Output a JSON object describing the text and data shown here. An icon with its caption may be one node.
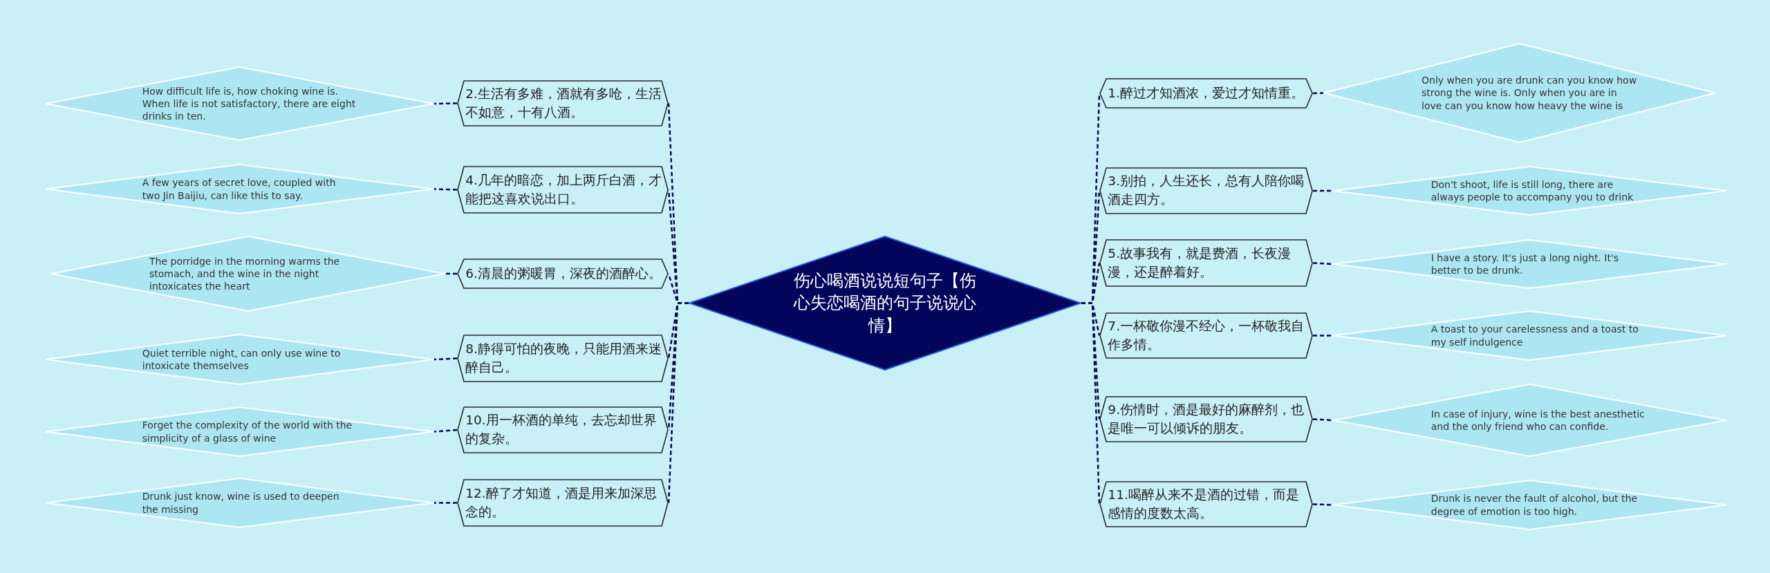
{
  "diagram": {
    "nodes": [
      {
        "text": [
          "伤心喝酒说说短句子【伤心失恋喝酒的句子说说心情】"
        ]
      },
      {
        "text": [
          "1.醉过才知酒浓，爱过才知情重。"
        ]
      },
      {
        "text": [
          "Only when you are drunk can you know how strong the wine is. Only when you are in love can you know how heavy the wine is"
        ]
      },
      {
        "text": [
          "2.生活有多难，酒就有多呛，生活不如意，十有八酒。"
        ]
      },
      {
        "text": [
          "How difficult life is, how choking wine is. When life is not satisfactory, there are eight drinks in ten."
        ]
      },
      {
        "text": [
          "3.别拍，人生还长，总有人陪你喝酒走四方。"
        ]
      },
      {
        "text": [
          "Don't shoot, life is still long, there are always people to accompany you to drink"
        ]
      },
      {
        "text": [
          "4.几年的暗恋，加上两斤白酒，才能把这喜欢说出口。"
        ]
      },
      {
        "text": [
          "A few years of secret love, coupled with two Jin Baijiu, can like this to say."
        ]
      },
      {
        "text": [
          "5.故事我有，就是费酒，长夜漫漫，还是醉着好。"
        ]
      },
      {
        "text": [
          "I have a story. It's just a long night. It's better to be drunk."
        ]
      },
      {
        "text": [
          "6.清晨的粥暖胃，深夜的酒醉心。"
        ]
      },
      {
        "text": [
          "The porridge in the morning warms the stomach, and the wine in the night intoxicates the heart"
        ]
      },
      {
        "text": [
          "7.一杯敬你漫不经心，一杯敬我自作多情。"
        ]
      },
      {
        "text": [
          "A toast to your carelessness and a toast to my self indulgence"
        ]
      },
      {
        "text": [
          "8.静得可怕的夜晚，只能用酒来迷醉自己。"
        ]
      },
      {
        "text": [
          "Quiet terrible night, can only use wine to intoxicate themselves"
        ]
      },
      {
        "text": [
          "9.伤情时，酒是最好的麻醉剂，也是唯一可以倾诉的朋友。"
        ]
      },
      {
        "text": [
          "In case of injury, wine is the best anesthetic and the only friend who can confide."
        ]
      },
      {
        "text": [
          "10.用一杯酒的单纯，去忘却世界的复杂。"
        ]
      },
      {
        "text": [
          "Forget the complexity of the world with the simplicity of a glass of wine"
        ]
      },
      {
        "text": [
          "11.喝醉从来不是酒的过错，而是感情的度数太高。"
        ]
      },
      {
        "text": [
          "Drunk is never the fault of alcohol, but the degree of emotion is too high."
        ]
      },
      {
        "text": [
          "12.醉了才知道，酒是用来加深思念的。"
        ]
      },
      {
        "text": [
          "Drunk just know, wine is used to deepen the missing"
        ]
      }
    ],
    "edges": [
      {
        "from": 0,
        "to": 1,
        "arrow": "none",
        "style": "dashed"
      },
      {
        "from": 1,
        "to": 2,
        "arrow": "none",
        "style": "dashed"
      },
      {
        "from": 0,
        "to": 3,
        "arrow": "none",
        "style": "dashed"
      },
      {
        "from": 3,
        "to": 4,
        "arrow": "none",
        "style": "dashed"
      },
      {
        "from": 0,
        "to": 5,
        "arrow": "none",
        "style": "dashed"
      },
      {
        "from": 5,
        "to": 6,
        "arrow": "none",
        "style": "dashed"
      },
      {
        "from": 0,
        "to": 7,
        "arrow": "none",
        "style": "dashed"
      },
      {
        "from": 7,
        "to": 8,
        "arrow": "none",
        "style": "dashed"
      },
      {
        "from": 0,
        "to": 9,
        "arrow": "none",
        "style": "dashed"
      },
      {
        "from": 9,
        "to": 10,
        "arrow": "none",
        "style": "dashed"
      },
      {
        "from": 0,
        "to": 11,
        "arrow": "none",
        "style": "dashed"
      },
      {
        "from": 11,
        "to": 12,
        "arrow": "none",
        "style": "dashed"
      },
      {
        "from": 0,
        "to": 13,
        "arrow": "none",
        "style": "dashed"
      },
      {
        "from": 13,
        "to": 14,
        "arrow": "none",
        "style": "dashed"
      },
      {
        "from": 0,
        "to": 15,
        "arrow": "none",
        "style": "dashed"
      },
      {
        "from": 15,
        "to": 16,
        "arrow": "none",
        "style": "dashed"
      },
      {
        "from": 0,
        "to": 17,
        "arrow": "none",
        "style": "dashed"
      },
      {
        "from": 17,
        "to": 18,
        "arrow": "none",
        "style": "dashed"
      },
      {
        "from": 0,
        "to": 19,
        "arrow": "none",
        "style": "dashed"
      },
      {
        "from": 19,
        "to": 20,
        "arrow": "none",
        "style": "dashed"
      },
      {
        "from": 0,
        "to": 21,
        "arrow": "none",
        "style": "dashed"
      },
      {
        "from": 21,
        "to": 22,
        "arrow": "none",
        "style": "dashed"
      },
      {
        "from": 0,
        "to": 23,
        "arrow": "none",
        "style": "dashed"
      },
      {
        "from": 23,
        "to": 24,
        "arrow": "none",
        "style": "dashed"
      }
    ]
  }
}
